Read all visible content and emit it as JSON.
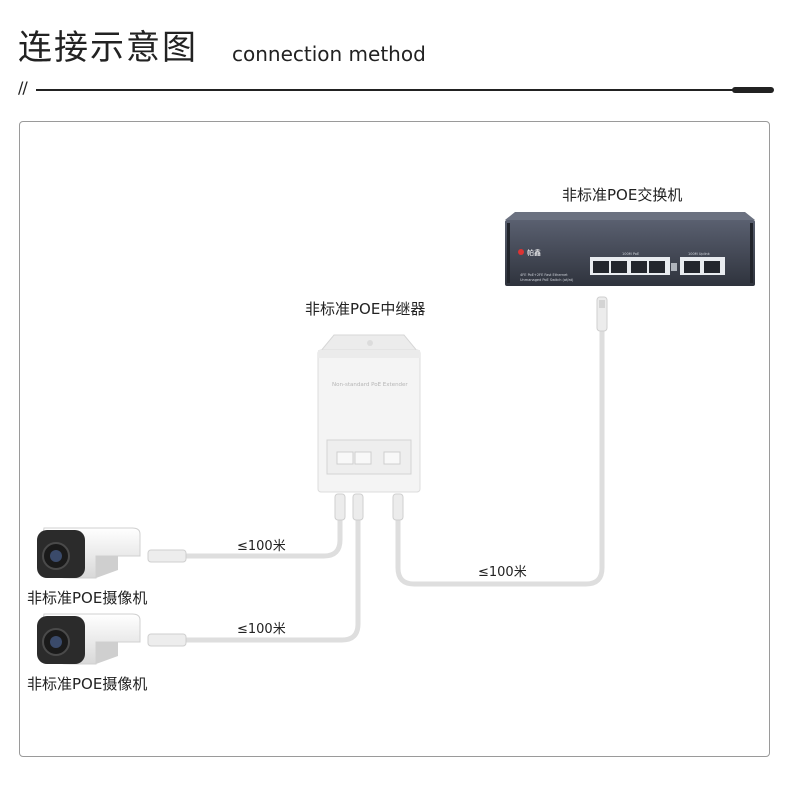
{
  "header": {
    "title": "连接示意图",
    "subtitle": "connection method",
    "slashes": "//"
  },
  "devices": {
    "switch": {
      "label": "非标准POE交换机",
      "brand": "帕鑫",
      "panel_line1": "4FE PoE+2FE Fast Ethernet",
      "panel_line2": "Unmanaged PoE Switch (af/at)",
      "group_poe": "100M PoE",
      "group_uplink": "100M Uplink"
    },
    "extender": {
      "label": "非标准POE中继器",
      "panel_text": "Non-standard PoE Extender"
    },
    "camera_1": {
      "label": "非标准POE摄像机"
    },
    "camera_2": {
      "label": "非标准POE摄像机"
    }
  },
  "links": {
    "camera_1": "≤100米",
    "camera_2": "≤100米",
    "switch": "≤100米"
  },
  "colors": {
    "switch_body": "#3d4250",
    "extender_body": "#f3f3f3",
    "cable": "#e2e2e2",
    "frame": "#9a9a9a"
  }
}
